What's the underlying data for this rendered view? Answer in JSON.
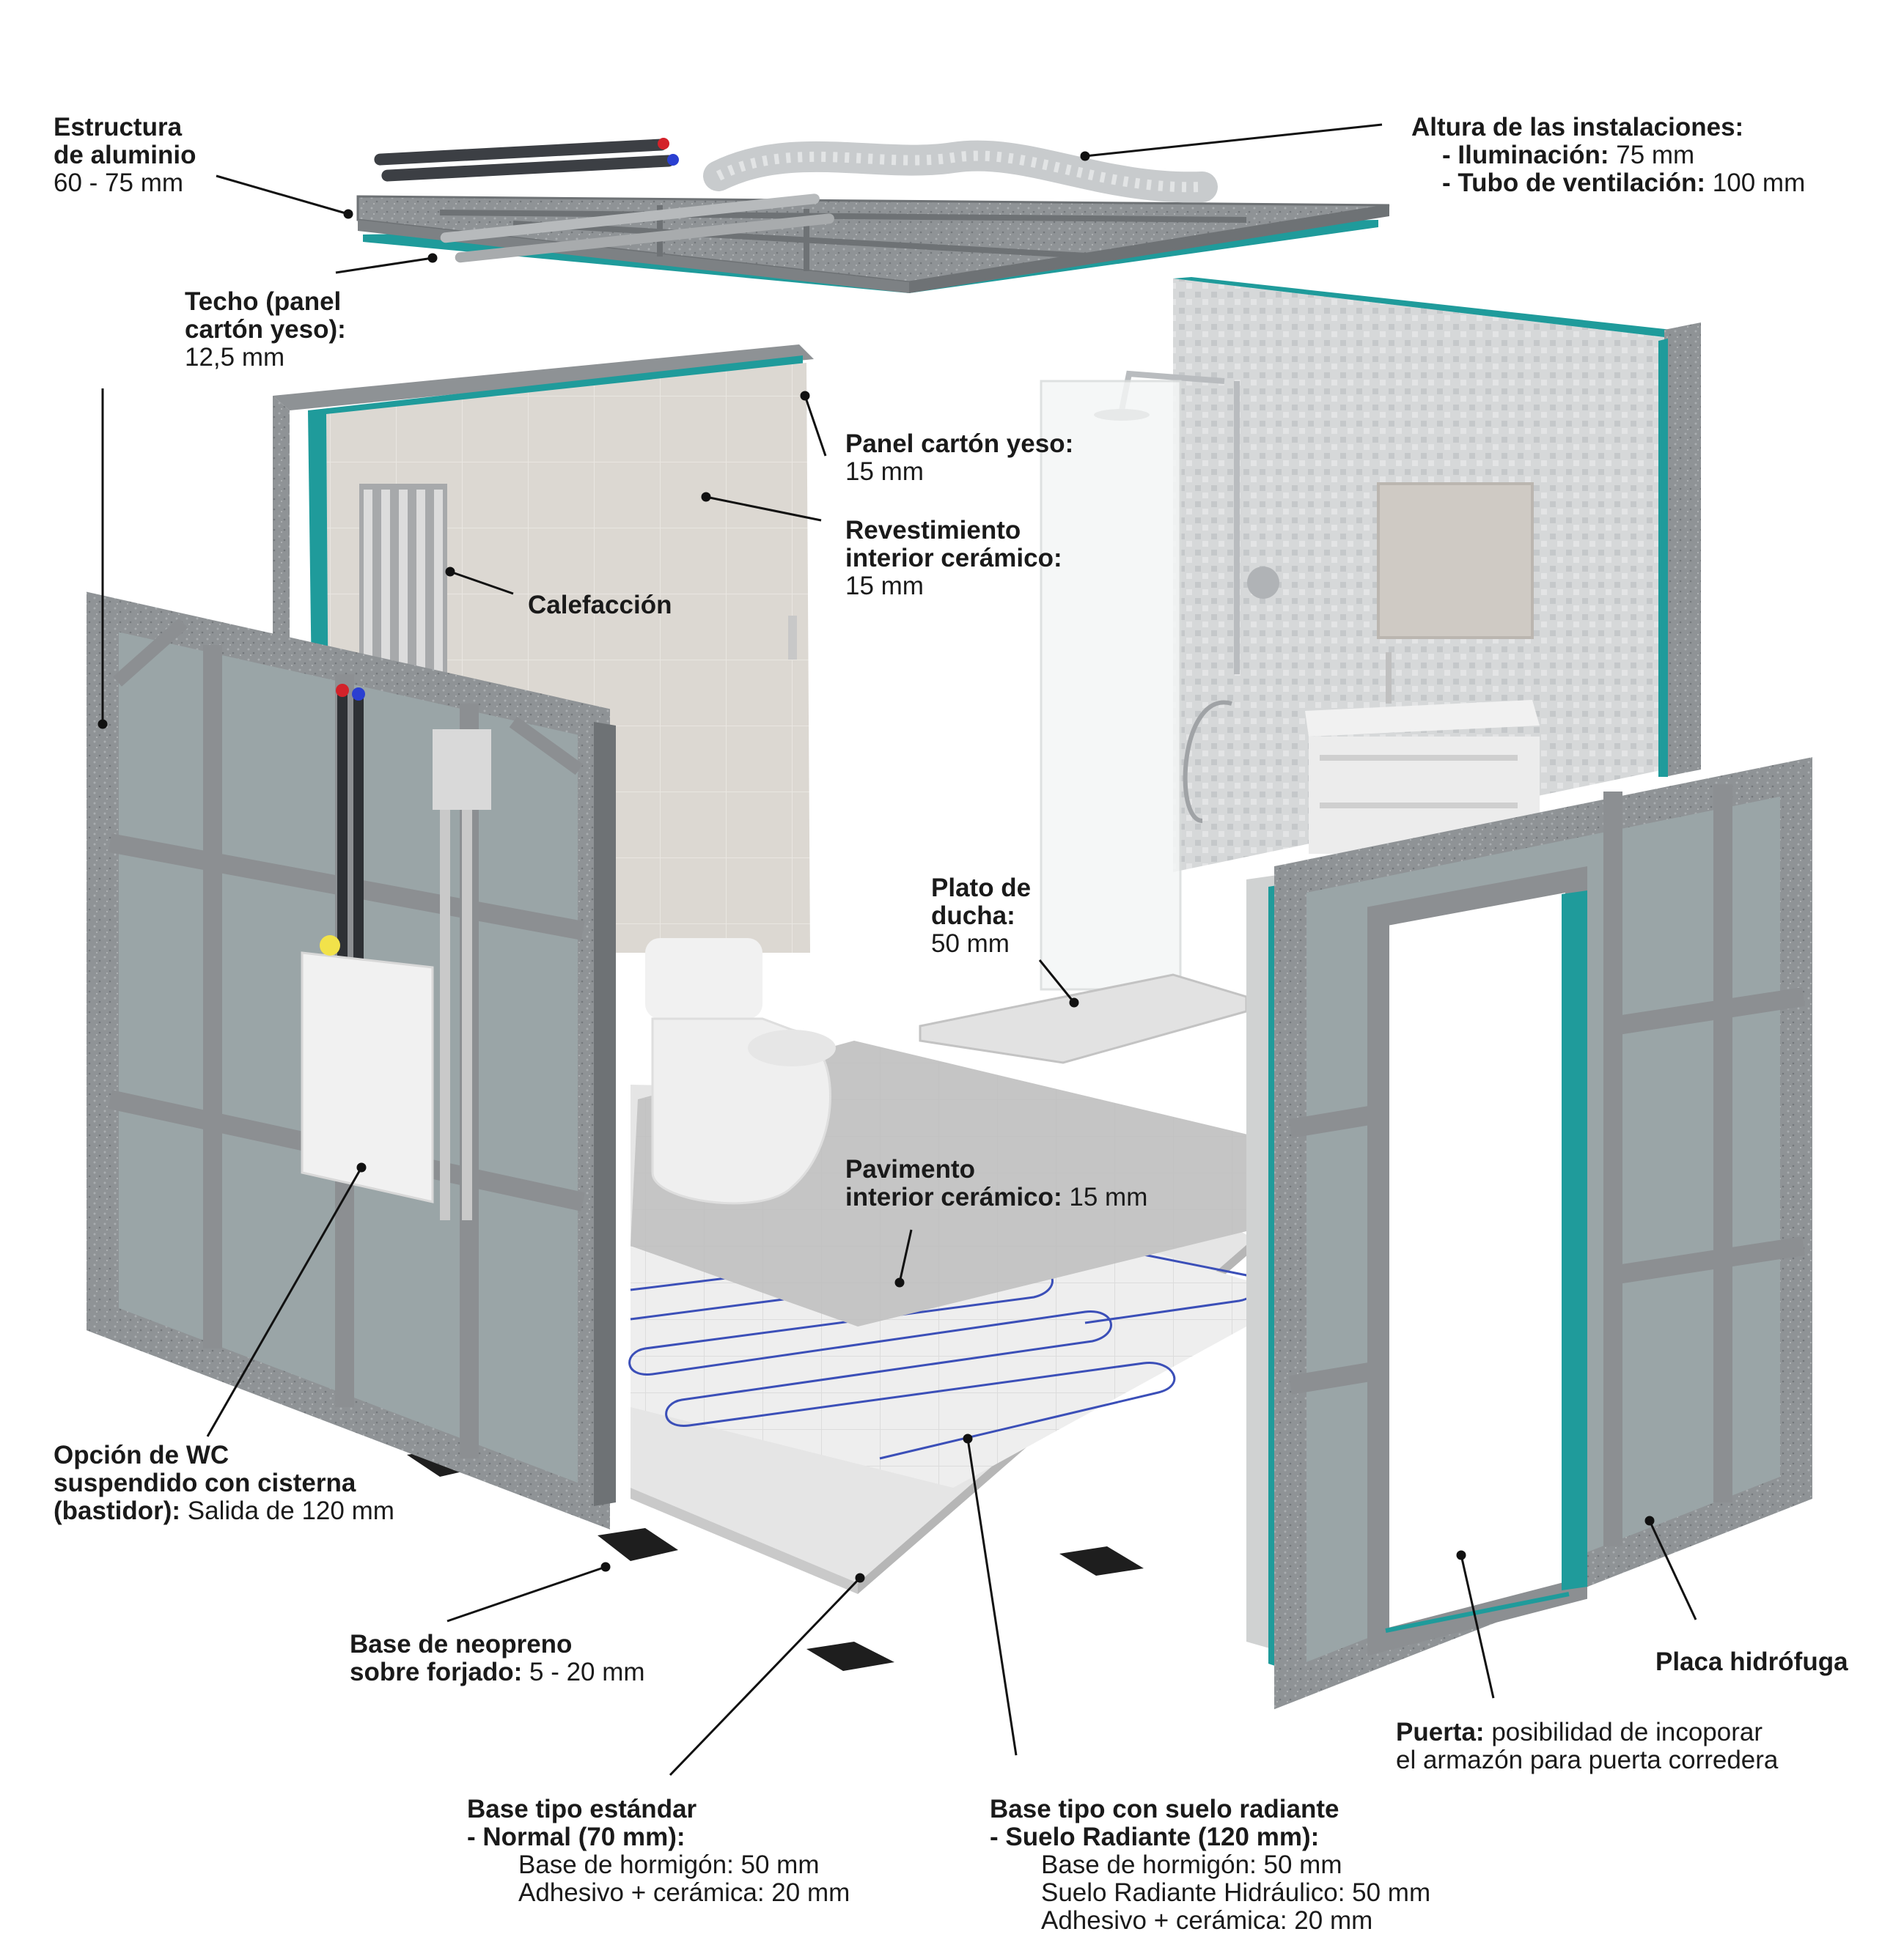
{
  "labels": {
    "estructura": {
      "title_1": "Estructura",
      "title_2": "de aluminio",
      "value": "60 - 75 mm"
    },
    "altura": {
      "title": "Altura de las instalaciones:",
      "item1_bold": "- Iluminación:",
      "item1_value": " 75 mm",
      "item2_bold": "- Tubo de ventilación:",
      "item2_value": " 100 mm"
    },
    "techo": {
      "title_1": "Techo (panel",
      "title_2": "cartón yeso):",
      "value": "12,5 mm"
    },
    "panel": {
      "title": "Panel cartón yeso:",
      "value": "15 mm"
    },
    "revestimiento": {
      "title_1": "Revestimiento",
      "title_2": "interior cerámico:",
      "value": "15 mm"
    },
    "calefaccion": {
      "title": "Calefacción"
    },
    "plato": {
      "title_1": "Plato de",
      "title_2": "ducha:",
      "value": "50 mm"
    },
    "pavimento": {
      "title_1": "Pavimento",
      "title_2": "interior cerámico:",
      "value": " 15 mm"
    },
    "wc": {
      "title_1": "Opción de WC",
      "title_2": "suspendido con cisterna",
      "title_3": "(bastidor):",
      "value": " Salida de 120 mm"
    },
    "neopreno": {
      "title_1": "Base de neopreno",
      "title_2": "sobre forjado:",
      "value": " 5 - 20 mm"
    },
    "placa": {
      "title": "Placa hidrófuga"
    },
    "puerta": {
      "title": "Puerta:",
      "value": " posibilidad de incoporar",
      "value_2": "el armazón para puerta corredera"
    },
    "estandar": {
      "title": "Base tipo estándar",
      "sub_bold": "- Normal (70 mm):",
      "item1": "Base de hormigón: 50 mm",
      "item2": "Adhesivo + cerámica: 20 mm"
    },
    "radiante": {
      "title": "Base tipo con suelo radiante",
      "sub_bold": "- Suelo Radiante  (120 mm):",
      "item1": "Base de hormigón: 50 mm",
      "item2": "Suelo Radiante Hidráulico: 50 mm",
      "item3": "Adhesivo + cerámica: 20 mm"
    }
  },
  "colors": {
    "frame": "#8c8f92",
    "frame_dark": "#6e7275",
    "panel_fill": "#9aa5a7",
    "teal": "#1f9b9b",
    "tile_beige": "#d9d5cf",
    "floor_grey": "#bdbdbd",
    "heating_pipe": "#3b4fb8",
    "neoprene": "#1e1e1e",
    "leader": "#111111"
  }
}
